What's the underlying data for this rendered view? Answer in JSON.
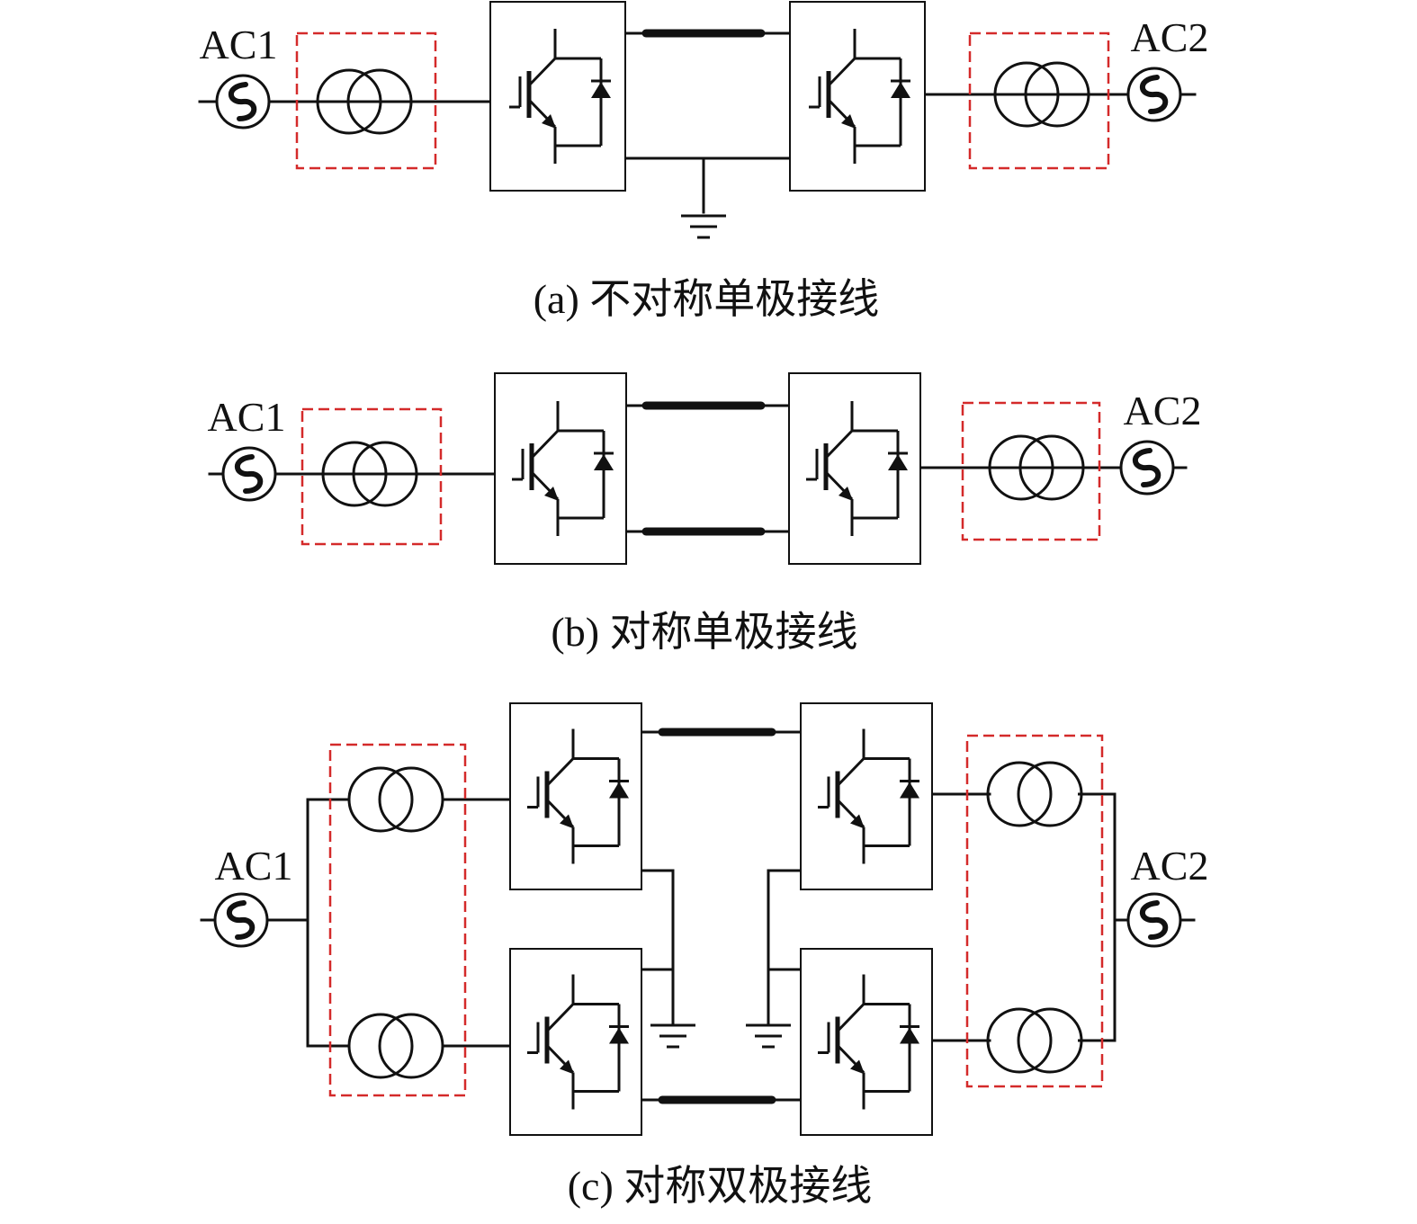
{
  "colors": {
    "stroke": "#111111",
    "dashed_box": "#d42a2a",
    "background": "#ffffff"
  },
  "panels": {
    "a": {
      "caption": "(a) 不对称单极接线",
      "source_left": "AC1",
      "source_right": "AC2"
    },
    "b": {
      "caption": "(b) 对称单极接线",
      "source_left": "AC1",
      "source_right": "AC2"
    },
    "c": {
      "caption": "(c) 对称双极接线",
      "source_left": "AC1",
      "source_right": "AC2"
    }
  },
  "icons": {
    "source": "ac-source-icon",
    "transformer": "transformer-icon",
    "converter": "igbt-converter-icon",
    "ground": "ground-icon",
    "cable": "dc-cable-icon"
  }
}
